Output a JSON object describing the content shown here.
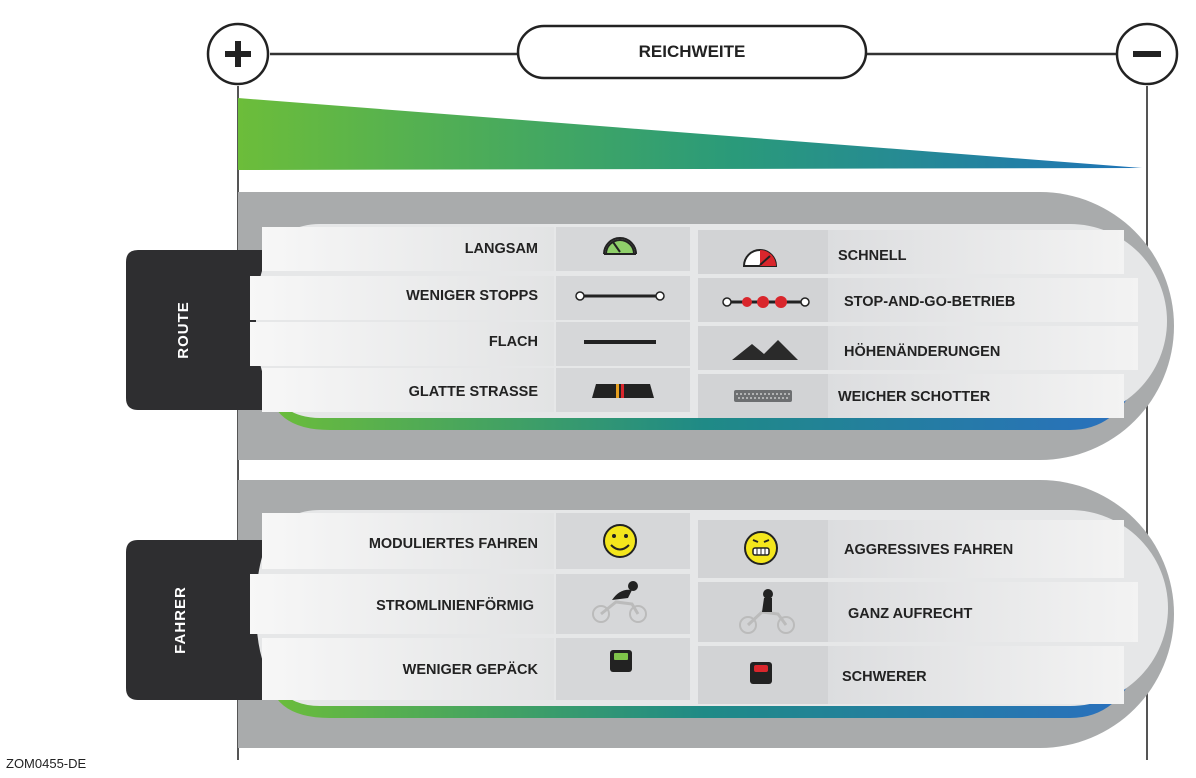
{
  "title": "REICHWEITE",
  "plus_symbol": "+",
  "minus_symbol": "−",
  "footer_code": "ZOM0455-DE",
  "colors": {
    "green": "#6cbd3a",
    "teal": "#1f8a86",
    "blue": "#2a6fc0",
    "gray_band": "#a9abac",
    "dark_tab": "#2e2e30"
  },
  "route": {
    "tab_label": "ROUTE",
    "left": [
      {
        "label": "LANGSAM",
        "icon": "slow-gauge-icon"
      },
      {
        "label": "WENIGER STOPPS",
        "icon": "few-stops-icon"
      },
      {
        "label": "FLACH",
        "icon": "flat-line-icon"
      },
      {
        "label": "GLATTE STRASSE",
        "icon": "smooth-road-icon"
      }
    ],
    "right": [
      {
        "label": "SCHNELL",
        "icon": "fast-gauge-icon"
      },
      {
        "label": "STOP-AND-GO-BETRIEB",
        "icon": "stop-and-go-icon"
      },
      {
        "label": "HÖHENÄNDERUNGEN",
        "icon": "mountains-icon"
      },
      {
        "label": "WEICHER SCHOTTER",
        "icon": "gravel-icon"
      }
    ]
  },
  "rider": {
    "tab_label": "FAHRER",
    "left": [
      {
        "label": "MODULIERTES FAHREN",
        "icon": "happy-face-icon"
      },
      {
        "label": "STROMLINIENFÖRMIG",
        "icon": "tucked-rider-icon"
      },
      {
        "label": "WENIGER GEPÄCK",
        "icon": "light-scale-icon"
      }
    ],
    "right": [
      {
        "label": "AGGRESSIVES FAHREN",
        "icon": "grimace-face-icon"
      },
      {
        "label": "GANZ AUFRECHT",
        "icon": "upright-rider-icon"
      },
      {
        "label": "SCHWERER",
        "icon": "heavy-scale-icon"
      }
    ]
  }
}
